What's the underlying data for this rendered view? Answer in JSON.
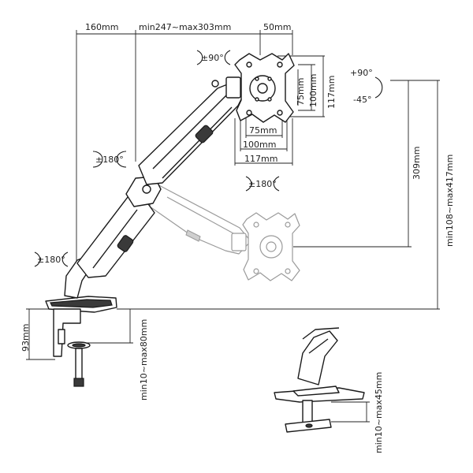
{
  "dimensions": {
    "arm_reach_1": "160mm",
    "arm_reach_2": "min247~max303mm",
    "mount_offset": "50mm",
    "vesa_h_75": "75mm",
    "vesa_h_100": "100mm",
    "vesa_h_117": "117mm",
    "vesa_w_75": "75mm",
    "vesa_w_100": "100mm",
    "vesa_w_117": "117mm",
    "tilt_up": "+90°",
    "tilt_down": "-45°",
    "height_travel": "309mm",
    "total_height": "min108~max417mm",
    "clamp_height": "93mm",
    "clamp_range": "min10~max80mm",
    "grommet_range": "min10~max45mm"
  },
  "rotations": {
    "rotate_top": "±90°",
    "rotate_upper_joint": "±180°",
    "rotate_head": "±180°",
    "rotate_base": "±180°"
  },
  "colors": {
    "line": "#1a1a1a",
    "ghost": "#9a9a9a",
    "background": "#ffffff"
  }
}
